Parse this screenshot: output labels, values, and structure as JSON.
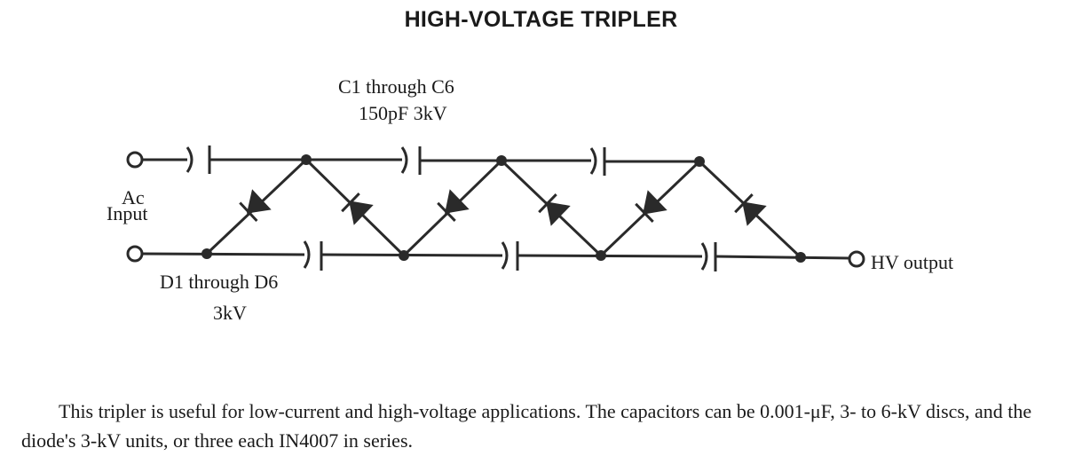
{
  "title": "HIGH-VOLTAGE TRIPLER",
  "labels": {
    "capacitors": "C1 through C6",
    "capacitor_rating": "150pF  3kV",
    "input_line1": "Ac",
    "input_line2": "Input",
    "diodes": "D1 through D6",
    "diode_rating": "3kV",
    "output": "HV  output"
  },
  "caption": "This tripler is useful for low-current and high-voltage applications. The capacitors can be 0.001-μF, 3- to 6-kV discs, and the diode's 3-kV units, or three each IN4007 in series."
}
